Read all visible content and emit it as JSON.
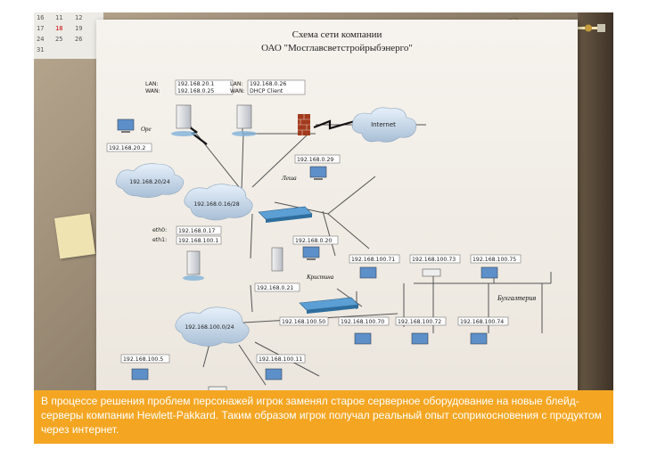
{
  "title_line1": "Схема сети компании",
  "title_line2": "ОАО \"Мосглавсветстройрыбэнерго\"",
  "calendar": [
    "16",
    "11",
    "12",
    "17",
    "18",
    "19",
    "24",
    "25",
    "26",
    "31"
  ],
  "server_a": {
    "lan_label": "LAN:",
    "lan_ip": "192.168.20.1",
    "wan_label": "WAN:",
    "wan_ip": "192.168.0.25"
  },
  "server_b": {
    "lan_label": "LAN:",
    "lan_ip": "192.168.0.26",
    "wan_label": "WAN:",
    "wan_ip": "DHCP Client"
  },
  "internet_label": "Internet",
  "ore_label": "Оре",
  "ore_ip": "192.168.20.2",
  "cloud_20": "192.168.20/24",
  "cloud_016": "192.168.0.16/28",
  "cloud_100": "192.168.100.0/24",
  "lesha_label": "Леша",
  "ip_0_29": "192.168.0.29",
  "ip_0_20": "192.168.0.20",
  "eth0_label": "eth0:",
  "eth0_ip": "192.168.0.17",
  "eth1_label": "eth1:",
  "eth1_ip": "192.168.100.1",
  "kristina_label": "Кристина",
  "ip_0_21": "192.168.0.21",
  "ip_100_50": "192.168.100.50",
  "buh_label": "Бухгалтерия",
  "buh_top": [
    "192.168.100.71",
    "192.168.100.73",
    "192.168.100.75"
  ],
  "buh_bottom": [
    "192.168.100.70",
    "192.168.100.72",
    "192.168.100.74"
  ],
  "ip_100_5": "192.168.100.5",
  "ip_100_11": "192.168.100.11",
  "caption": "В процессе решения проблем персонажей игрок заменял старое серверное оборудование на новые блейд-серверы компании Hewlett-Pakkard. Таким образом игрок получал реальный опыт соприкосновения с продуктом через интернет."
}
